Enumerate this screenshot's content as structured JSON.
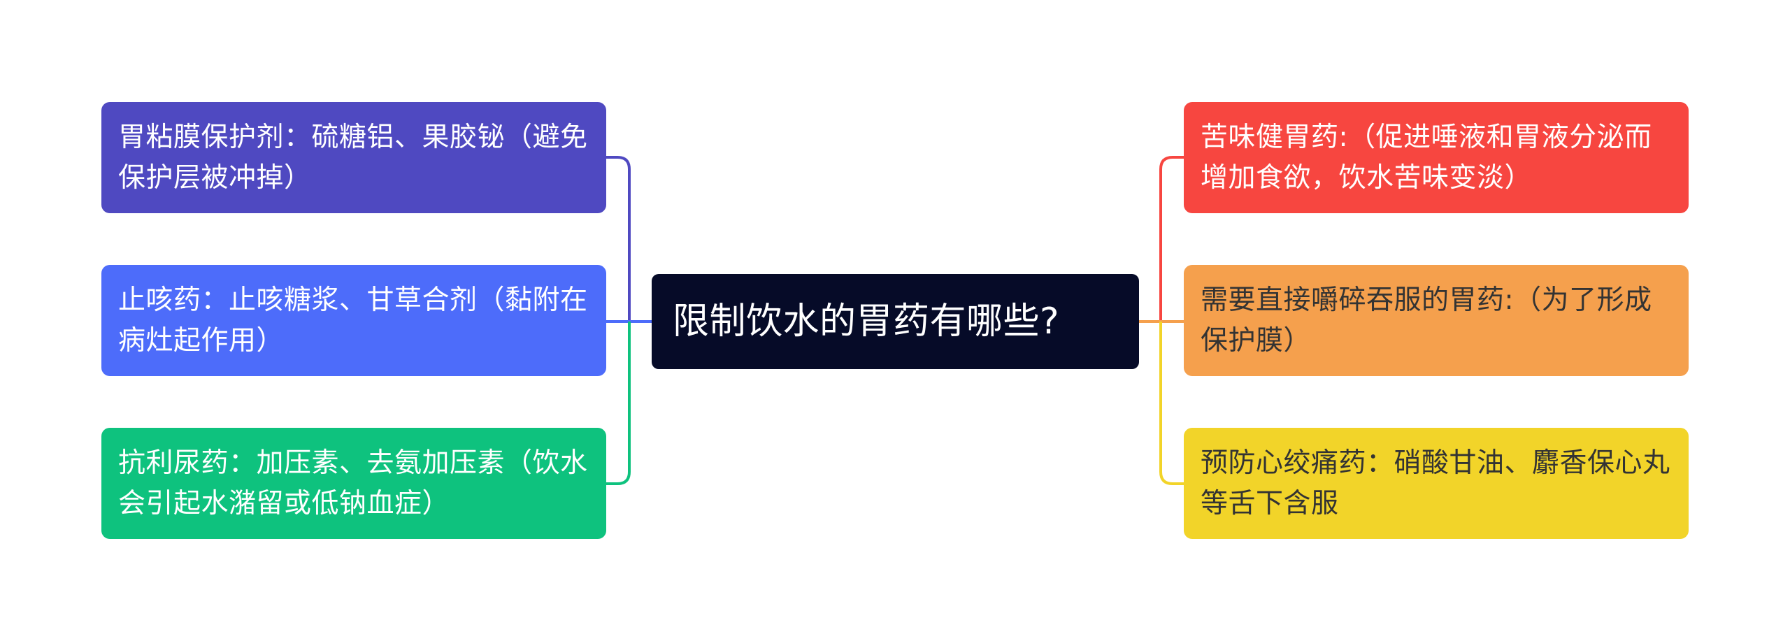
{
  "root": {
    "label": "限制饮水的胃药有哪些?",
    "color": "#060b28"
  },
  "left_branches": [
    {
      "label": "胃粘膜保护剂：硫糖铝、果胶铋（避免保护层被冲掉）",
      "color": "#4f49c1"
    },
    {
      "label": "止咳药：止咳糖浆、甘草合剂（黏附在病灶起作用）",
      "color": "#4d6cfa"
    },
    {
      "label": "抗利尿药：加压素、去氨加压素（饮水会引起水潴留或低钠血症）",
      "color": "#0ec27e"
    }
  ],
  "right_branches": [
    {
      "label": "苦味健胃药:（促进唾液和胃液分泌而增加食欲，饮水苦味变淡）",
      "color": "#f74640"
    },
    {
      "label": "需要直接嚼碎吞服的胃药:（为了形成保护膜）",
      "color": "#f5a04d"
    },
    {
      "label": "预防心绞痛药：硝酸甘油、麝香保心丸等舌下含服",
      "color": "#f2d429"
    }
  ]
}
